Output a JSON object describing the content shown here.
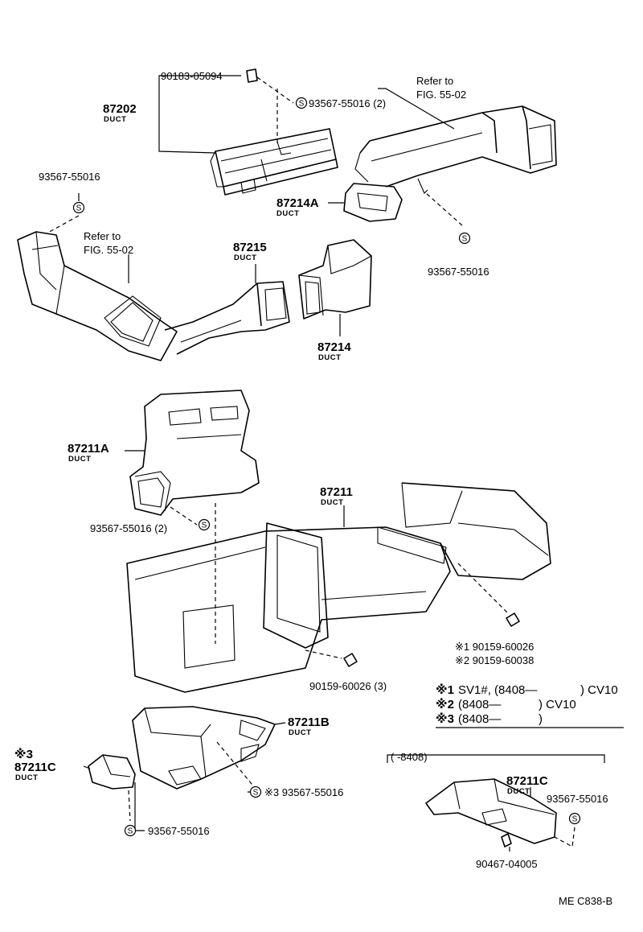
{
  "code": "ME C838-B",
  "labels": {
    "p90183": "90183-05094",
    "p93567_top": "93567-55016 (2)",
    "refer1_a": "Refer to",
    "refer1_b": "FIG. 55-02",
    "p87202": "87202",
    "duct": "DUCT",
    "p93567_left": "93567-55016",
    "refer2_a": "Refer to",
    "refer2_b": "FIG. 55-02",
    "p87214A": "87214A",
    "p93567_r1": "93567-55016",
    "p87215": "87215",
    "p87214": "87214",
    "p87211A": "87211A",
    "p93567_2": "93567-55016 (2)",
    "p87211": "87211",
    "p90159_a": "※1 90159-60026",
    "p90159_b": "※2 90159-60038",
    "p90159_3": "90159-60026 (3)",
    "p87211B": "87211B",
    "p87211C_l": "87211C",
    "star3": "※3",
    "p93567_star3": "※3 93567-55016",
    "p93567_bottom": "93567-55016",
    "p87211C_r": "87211C",
    "p93567_br": "93567-55016",
    "p90467": "90467-04005",
    "range": "(        -8408)"
  },
  "notes": [
    {
      "mark": "※1",
      "text": "SV1#, (8408—",
      "tail": ") CV10"
    },
    {
      "mark": "※2",
      "text": "(8408—",
      "tail": ") CV10"
    },
    {
      "mark": "※3",
      "text": "(8408—",
      "tail": ")"
    }
  ],
  "screw_symbol": "S"
}
